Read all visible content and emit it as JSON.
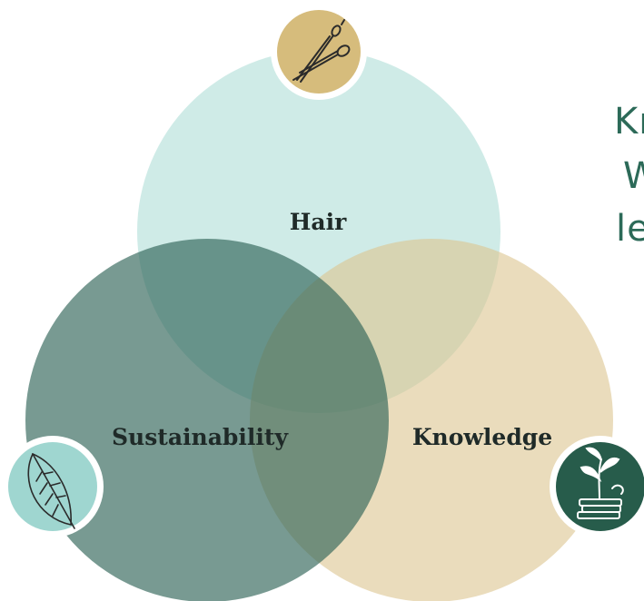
{
  "diagram": {
    "type": "venn",
    "circles": [
      {
        "key": "hair",
        "label": "Hair",
        "color": "#a8dbd3"
      },
      {
        "key": "knowledge",
        "label": "Knowledge",
        "color": "#dcc48f"
      },
      {
        "key": "sustainability",
        "label": "Sustainability",
        "color": "#2f6458"
      }
    ],
    "icons": [
      {
        "circle": "hair",
        "name": "scissors-icon",
        "badge_color": "#d6bc7c"
      },
      {
        "circle": "sustainability",
        "name": "leaf-icon",
        "badge_color": "#9fd6d0"
      },
      {
        "circle": "knowledge",
        "name": "seedling-books-icon",
        "badge_color": "#275c4b"
      }
    ]
  },
  "side_text": {
    "line1": "Kn",
    "line2": "W",
    "line3": "le"
  },
  "colors": {
    "text_dark": "#1f2a28",
    "side_text": "#2c6a58"
  }
}
